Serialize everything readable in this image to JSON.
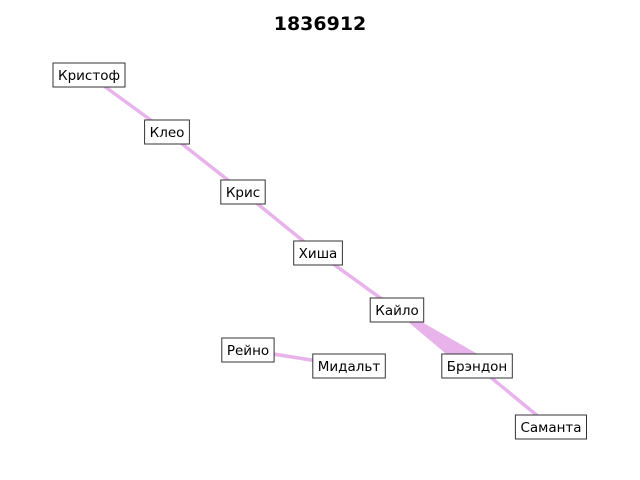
{
  "diagram": {
    "title": "1836912",
    "edge_color": "#e8b3ea",
    "nodes": [
      {
        "id": "kristof",
        "label": "Кристоф"
      },
      {
        "id": "kleo",
        "label": "Клео"
      },
      {
        "id": "kris",
        "label": "Крис"
      },
      {
        "id": "hisha",
        "label": "Хиша"
      },
      {
        "id": "kailo",
        "label": "Кайло"
      },
      {
        "id": "brendon",
        "label": "Брэндон"
      },
      {
        "id": "samanta",
        "label": "Саманта"
      },
      {
        "id": "reino",
        "label": "Рейно"
      },
      {
        "id": "midalt",
        "label": "Мидальт"
      }
    ],
    "edges": [
      {
        "source": "kristof",
        "target": "kleo",
        "weight": 1
      },
      {
        "source": "kleo",
        "target": "kris",
        "weight": 1
      },
      {
        "source": "kris",
        "target": "hisha",
        "weight": 1
      },
      {
        "source": "hisha",
        "target": "kailo",
        "weight": 1
      },
      {
        "source": "kailo",
        "target": "brendon",
        "weight": 4
      },
      {
        "source": "brendon",
        "target": "samanta",
        "weight": 1
      },
      {
        "source": "reino",
        "target": "midalt",
        "weight": 1
      }
    ]
  }
}
